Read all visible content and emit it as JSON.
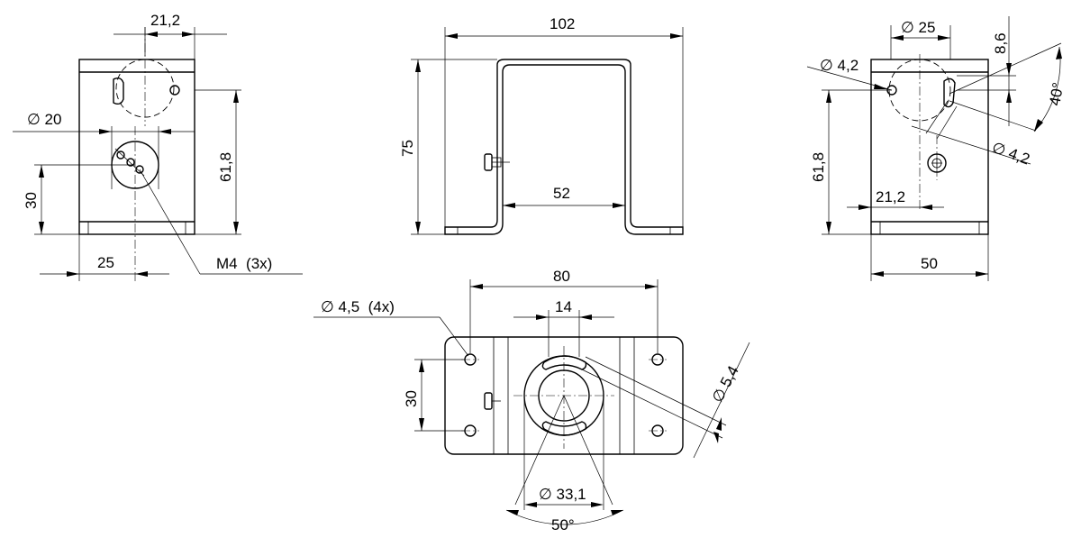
{
  "dims": {
    "left_width_top": "21,2",
    "left_dia": "∅ 20",
    "left_height_total": "61,8",
    "left_height_hole": "30",
    "left_width_bottom": "25",
    "left_thread": "M4  (3x)",
    "front_width": "102",
    "front_height": "75",
    "front_inner_width": "52",
    "right_dia_large": "∅ 25",
    "right_offset": "8,6",
    "right_dia_small_a": "∅ 4,2",
    "right_angle": "40°",
    "right_height": "61,8",
    "right_dia_small_b": "∅ 4,2",
    "right_inner_width": "21,2",
    "right_width": "50",
    "bottom_length": "80",
    "bottom_holes": "∅ 4,5  (4x)",
    "bottom_slot_width": "14",
    "bottom_height": "30",
    "bottom_dia_small": "∅ 5,4",
    "bottom_dia_bore": "∅ 33,1",
    "bottom_angle": "50°"
  }
}
